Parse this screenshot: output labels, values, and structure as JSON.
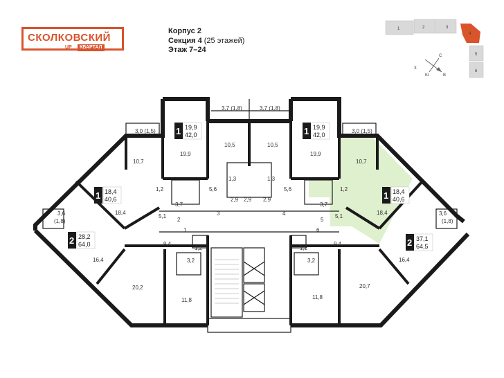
{
  "logo": {
    "name": "СКОЛКОВСКИЙ",
    "prefix": "UP",
    "suffix": "КВАРТАЛ"
  },
  "building": {
    "korpus": "Корпус 2",
    "section_label": "Секция 4",
    "section_floors": "(25 этажей)",
    "floors": "Этаж 7–24"
  },
  "minimap": {
    "sections": [
      "1",
      "2",
      "3",
      "4",
      "5",
      "6"
    ],
    "highlighted": "4",
    "compass": [
      "С",
      "В",
      "Ю",
      "З"
    ]
  },
  "apartments": [
    {
      "rooms": "1",
      "living": "19,9",
      "total": "42,0"
    },
    {
      "rooms": "1",
      "living": "19,9",
      "total": "42,0"
    },
    {
      "rooms": "1",
      "living": "18,4",
      "total": "40,6"
    },
    {
      "rooms": "1",
      "living": "18,4",
      "total": "40,6"
    },
    {
      "rooms": "2",
      "living": "28,2",
      "total": "64,0"
    },
    {
      "rooms": "2",
      "living": "37,1",
      "total": "64,5"
    }
  ],
  "rooms": [
    "3,0 (1,5)",
    "3,7 (1,8)",
    "3,7 (1,8)",
    "3,0 (1,5)",
    "10,7",
    "19,9",
    "10,5",
    "10,5",
    "19,9",
    "10,7",
    "1,2",
    "1,3",
    "1,3",
    "1,2",
    "5,6",
    "5,6",
    "2,9",
    "2,9",
    "2,9",
    "3,7",
    "3,7",
    "18,4",
    "18,4",
    "5,1",
    "5,1",
    "2",
    "3",
    "4",
    "5",
    "6",
    "1",
    "3,6",
    "(1,8)",
    "3,6",
    "(1,8)",
    "9,4",
    "9,4",
    "16,4",
    "16,4",
    "1,2",
    "1,2",
    "3,2",
    "3,2",
    "20,2",
    "20,7",
    "11,8",
    "11,8"
  ],
  "colors": {
    "accent": "#d9532b",
    "highlight": "#dff0cf",
    "wall": "#1a1a1a"
  }
}
